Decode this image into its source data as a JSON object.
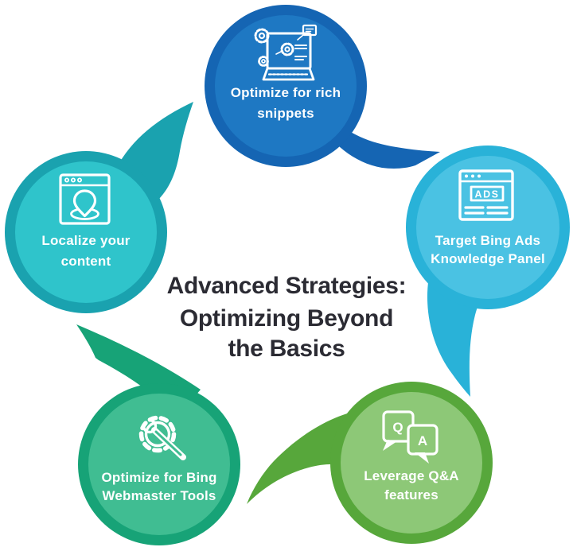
{
  "title": {
    "lines": [
      "Advanced Strategies:",
      "Optimizing Beyond",
      "the Basics"
    ],
    "color": "#2b2b33"
  },
  "nodes": [
    {
      "id": "optimize-rich-snippets",
      "label_lines": [
        "Optimize for rich",
        "snippets"
      ],
      "icon": "laptop-gears-icon",
      "colors": {
        "ring": "#1565b3",
        "inner": "#1e78c3"
      }
    },
    {
      "id": "target-bing-ads",
      "label_lines": [
        "Target Bing Ads",
        "Knowledge Panel"
      ],
      "icon": "ads-browser-icon",
      "colors": {
        "ring": "#29b2d8",
        "inner": "#4ac2e3"
      }
    },
    {
      "id": "leverage-qa-features",
      "label_lines": [
        "Leverage Q&A",
        "features"
      ],
      "icon": "qa-bubbles-icon",
      "colors": {
        "ring": "#57a73b",
        "inner": "#8dc877"
      }
    },
    {
      "id": "bing-webmaster-tools",
      "label_lines": [
        "Optimize for Bing",
        "Webmaster Tools"
      ],
      "icon": "gear-wrench-icon",
      "colors": {
        "ring": "#17a377",
        "inner": "#40bd92"
      }
    },
    {
      "id": "localize-your-content",
      "label_lines": [
        "Localize your",
        "content"
      ],
      "icon": "browser-pin-icon",
      "colors": {
        "ring": "#1aa2af",
        "inner": "#2fc4cb"
      }
    }
  ],
  "icon_text": {
    "ads": "ADS",
    "q": "Q",
    "a": "A"
  },
  "background": "#ffffff"
}
